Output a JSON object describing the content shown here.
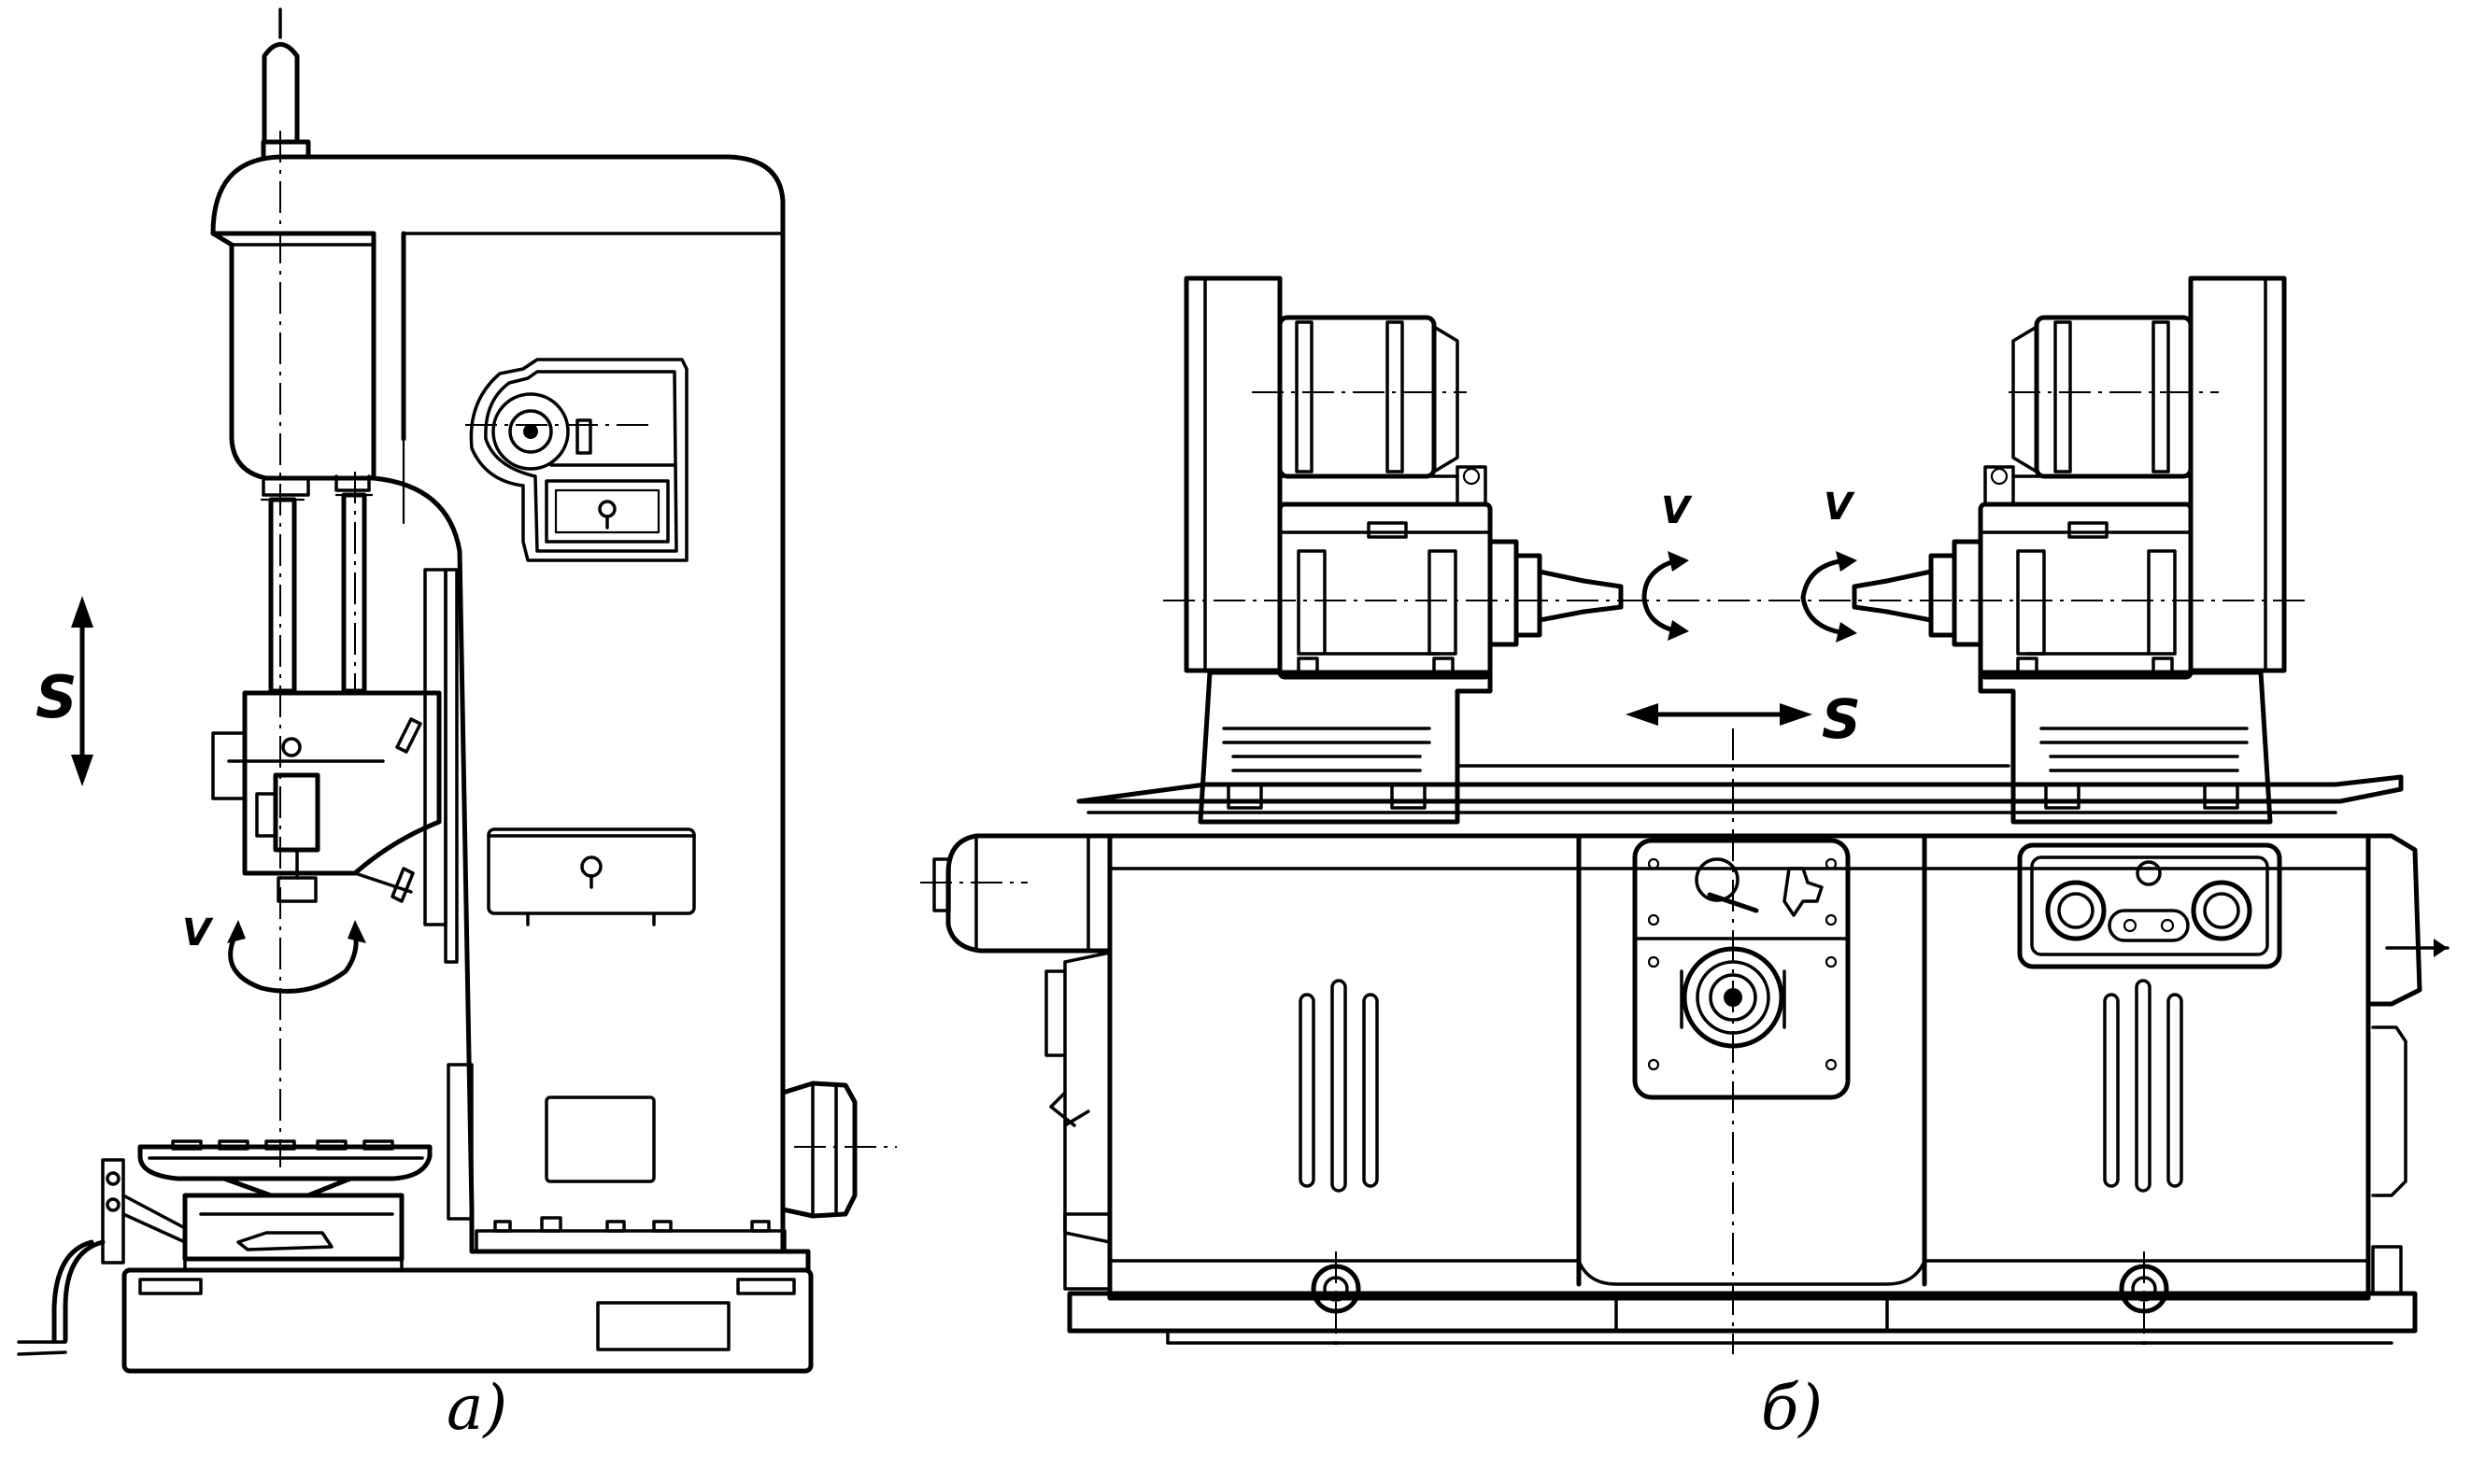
{
  "figure_a": {
    "caption": "а)",
    "feed_label": "S",
    "speed_label": "V"
  },
  "figure_b": {
    "caption": "б)",
    "feed_label": "S",
    "speed_label_left": "V",
    "speed_label_right": "V"
  },
  "colors": {
    "ink": "#000000",
    "paper": "#ffffff"
  }
}
